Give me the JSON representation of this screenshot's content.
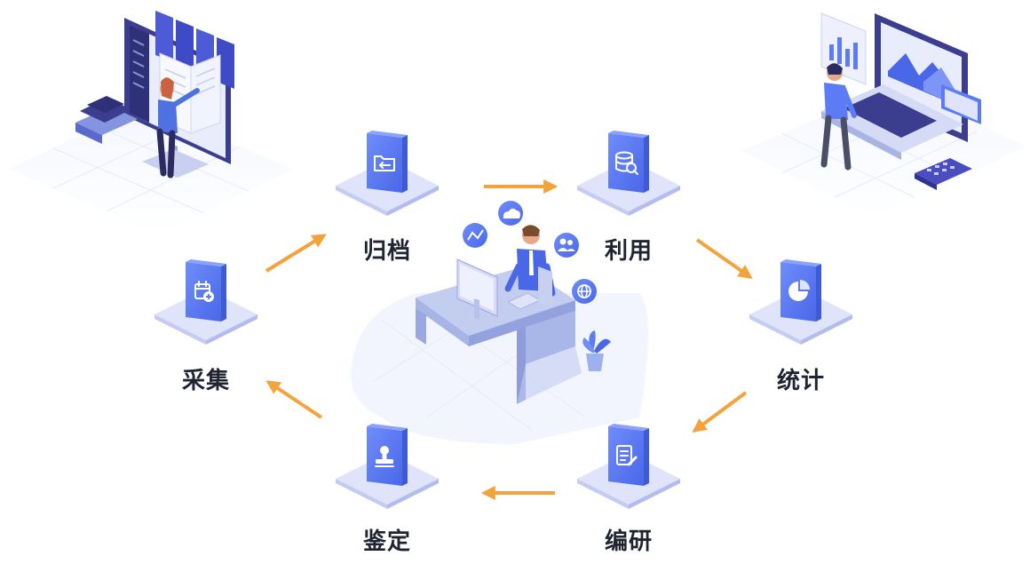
{
  "diagram": {
    "stages": [
      {
        "id": "collect",
        "label": "采集",
        "icon": "calendar-plus-icon"
      },
      {
        "id": "archive",
        "label": "归档",
        "icon": "folder-transfer-icon"
      },
      {
        "id": "use",
        "label": "利用",
        "icon": "database-search-icon"
      },
      {
        "id": "stats",
        "label": "统计",
        "icon": "pie-chart-icon"
      },
      {
        "id": "compile",
        "label": "编研",
        "icon": "document-edit-icon"
      },
      {
        "id": "appraise",
        "label": "鉴定",
        "icon": "stamp-icon"
      }
    ],
    "flow": [
      "collect",
      "archive",
      "use",
      "stats",
      "compile",
      "appraise",
      "collect"
    ]
  },
  "colors": {
    "arrow": "#f4a23a",
    "tile_top": "#dfe4fb",
    "tile_left": "#c4ccf1",
    "tile_right": "#b3bcec",
    "icon_face": "#5b7cf4",
    "icon_side": "#3e5bd6",
    "label": "#1f2430",
    "platform": "#f1f4fd",
    "accent_dark": "#3b3d8f"
  }
}
